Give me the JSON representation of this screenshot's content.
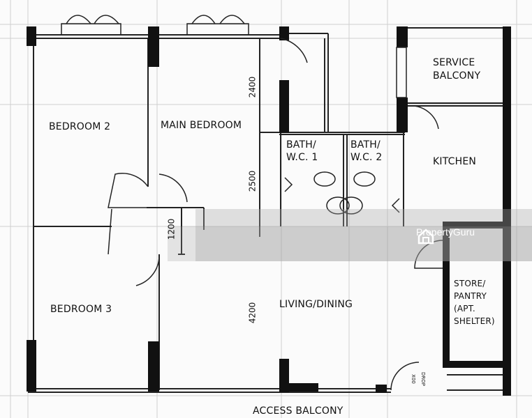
{
  "rooms": {
    "bedroom2": "BEDROOM 2",
    "main_bedroom": "MAIN BEDROOM",
    "bedroom3": "BEDROOM 3",
    "bath1_line1": "BATH/",
    "bath1_line2": "W.C. 1",
    "bath2_line1": "BATH/",
    "bath2_line2": "W.C. 2",
    "service_balcony_line1": "SERVICE",
    "service_balcony_line2": "BALCONY",
    "kitchen": "KITCHEN",
    "store_line1": "STORE/",
    "store_line2": "PANTRY",
    "store_line3": "(APT.",
    "store_line4": "SHELTER)",
    "living_dining": "LIVING/DINING",
    "access_balcony": "ACCESS BALCONY"
  },
  "dimensions": {
    "d2400": "2400",
    "d2500": "2500",
    "d1200": "1200",
    "d4200": "4200"
  },
  "door_labels": {
    "line1": "X00",
    "line2": "DROP"
  },
  "watermark": {
    "brand": "PropertyGuru"
  }
}
